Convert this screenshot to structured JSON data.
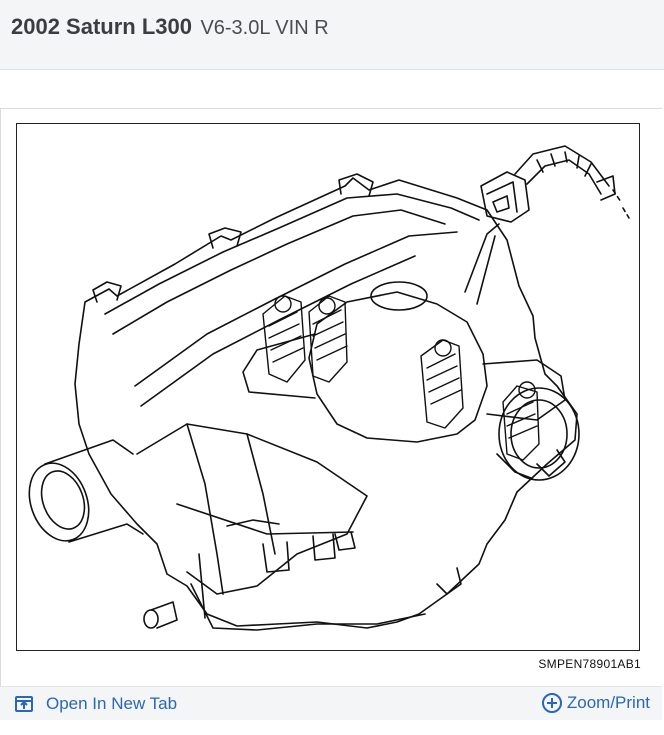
{
  "header": {
    "vehicle": "2002 Saturn L300",
    "engine": "V6-3.0L VIN R"
  },
  "figure": {
    "code": "SMPEN78901AB1"
  },
  "footer": {
    "open_tab_label": "Open In New Tab",
    "zoom_label": "Zoom/Print"
  },
  "icons": {
    "open_tab": "open-external-icon",
    "zoom": "plus-circle-icon"
  },
  "colors": {
    "link": "#2a67b8",
    "header_bg": "#f4f5f6",
    "title": "#3a3d42"
  }
}
